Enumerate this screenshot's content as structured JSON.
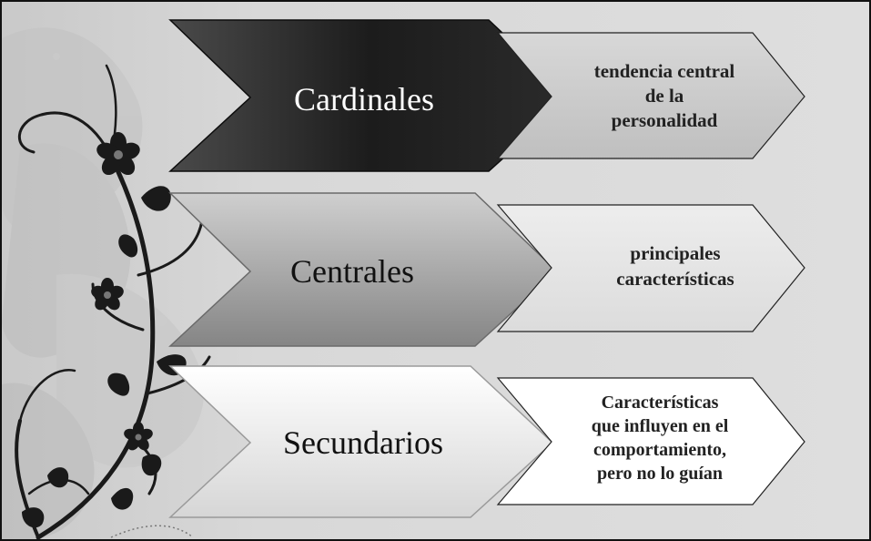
{
  "diagram": {
    "rows": [
      {
        "title": "Cardinales",
        "description_lines": [
          "tendencia central",
          "de la",
          "personalidad"
        ]
      },
      {
        "title": "Centrales",
        "description_lines": [
          "principales",
          "características"
        ]
      },
      {
        "title": "Secundarios",
        "description_lines": [
          "Características",
          "que influyen en el",
          "comportamiento,",
          "pero no lo guían"
        ]
      }
    ]
  },
  "colors": {
    "background": "#dcdcdc",
    "cardinales_fill_dark": "#1c1c1c",
    "cardinales_fill_light": "#4a4a4a",
    "centrales_fill_dark": "#8a8a8a",
    "centrales_fill_light": "#c4c4c4",
    "secundarios_fill_light": "#ffffff",
    "secundarios_fill_dark": "#e2e2e2",
    "vine": "#1a1a1a"
  }
}
